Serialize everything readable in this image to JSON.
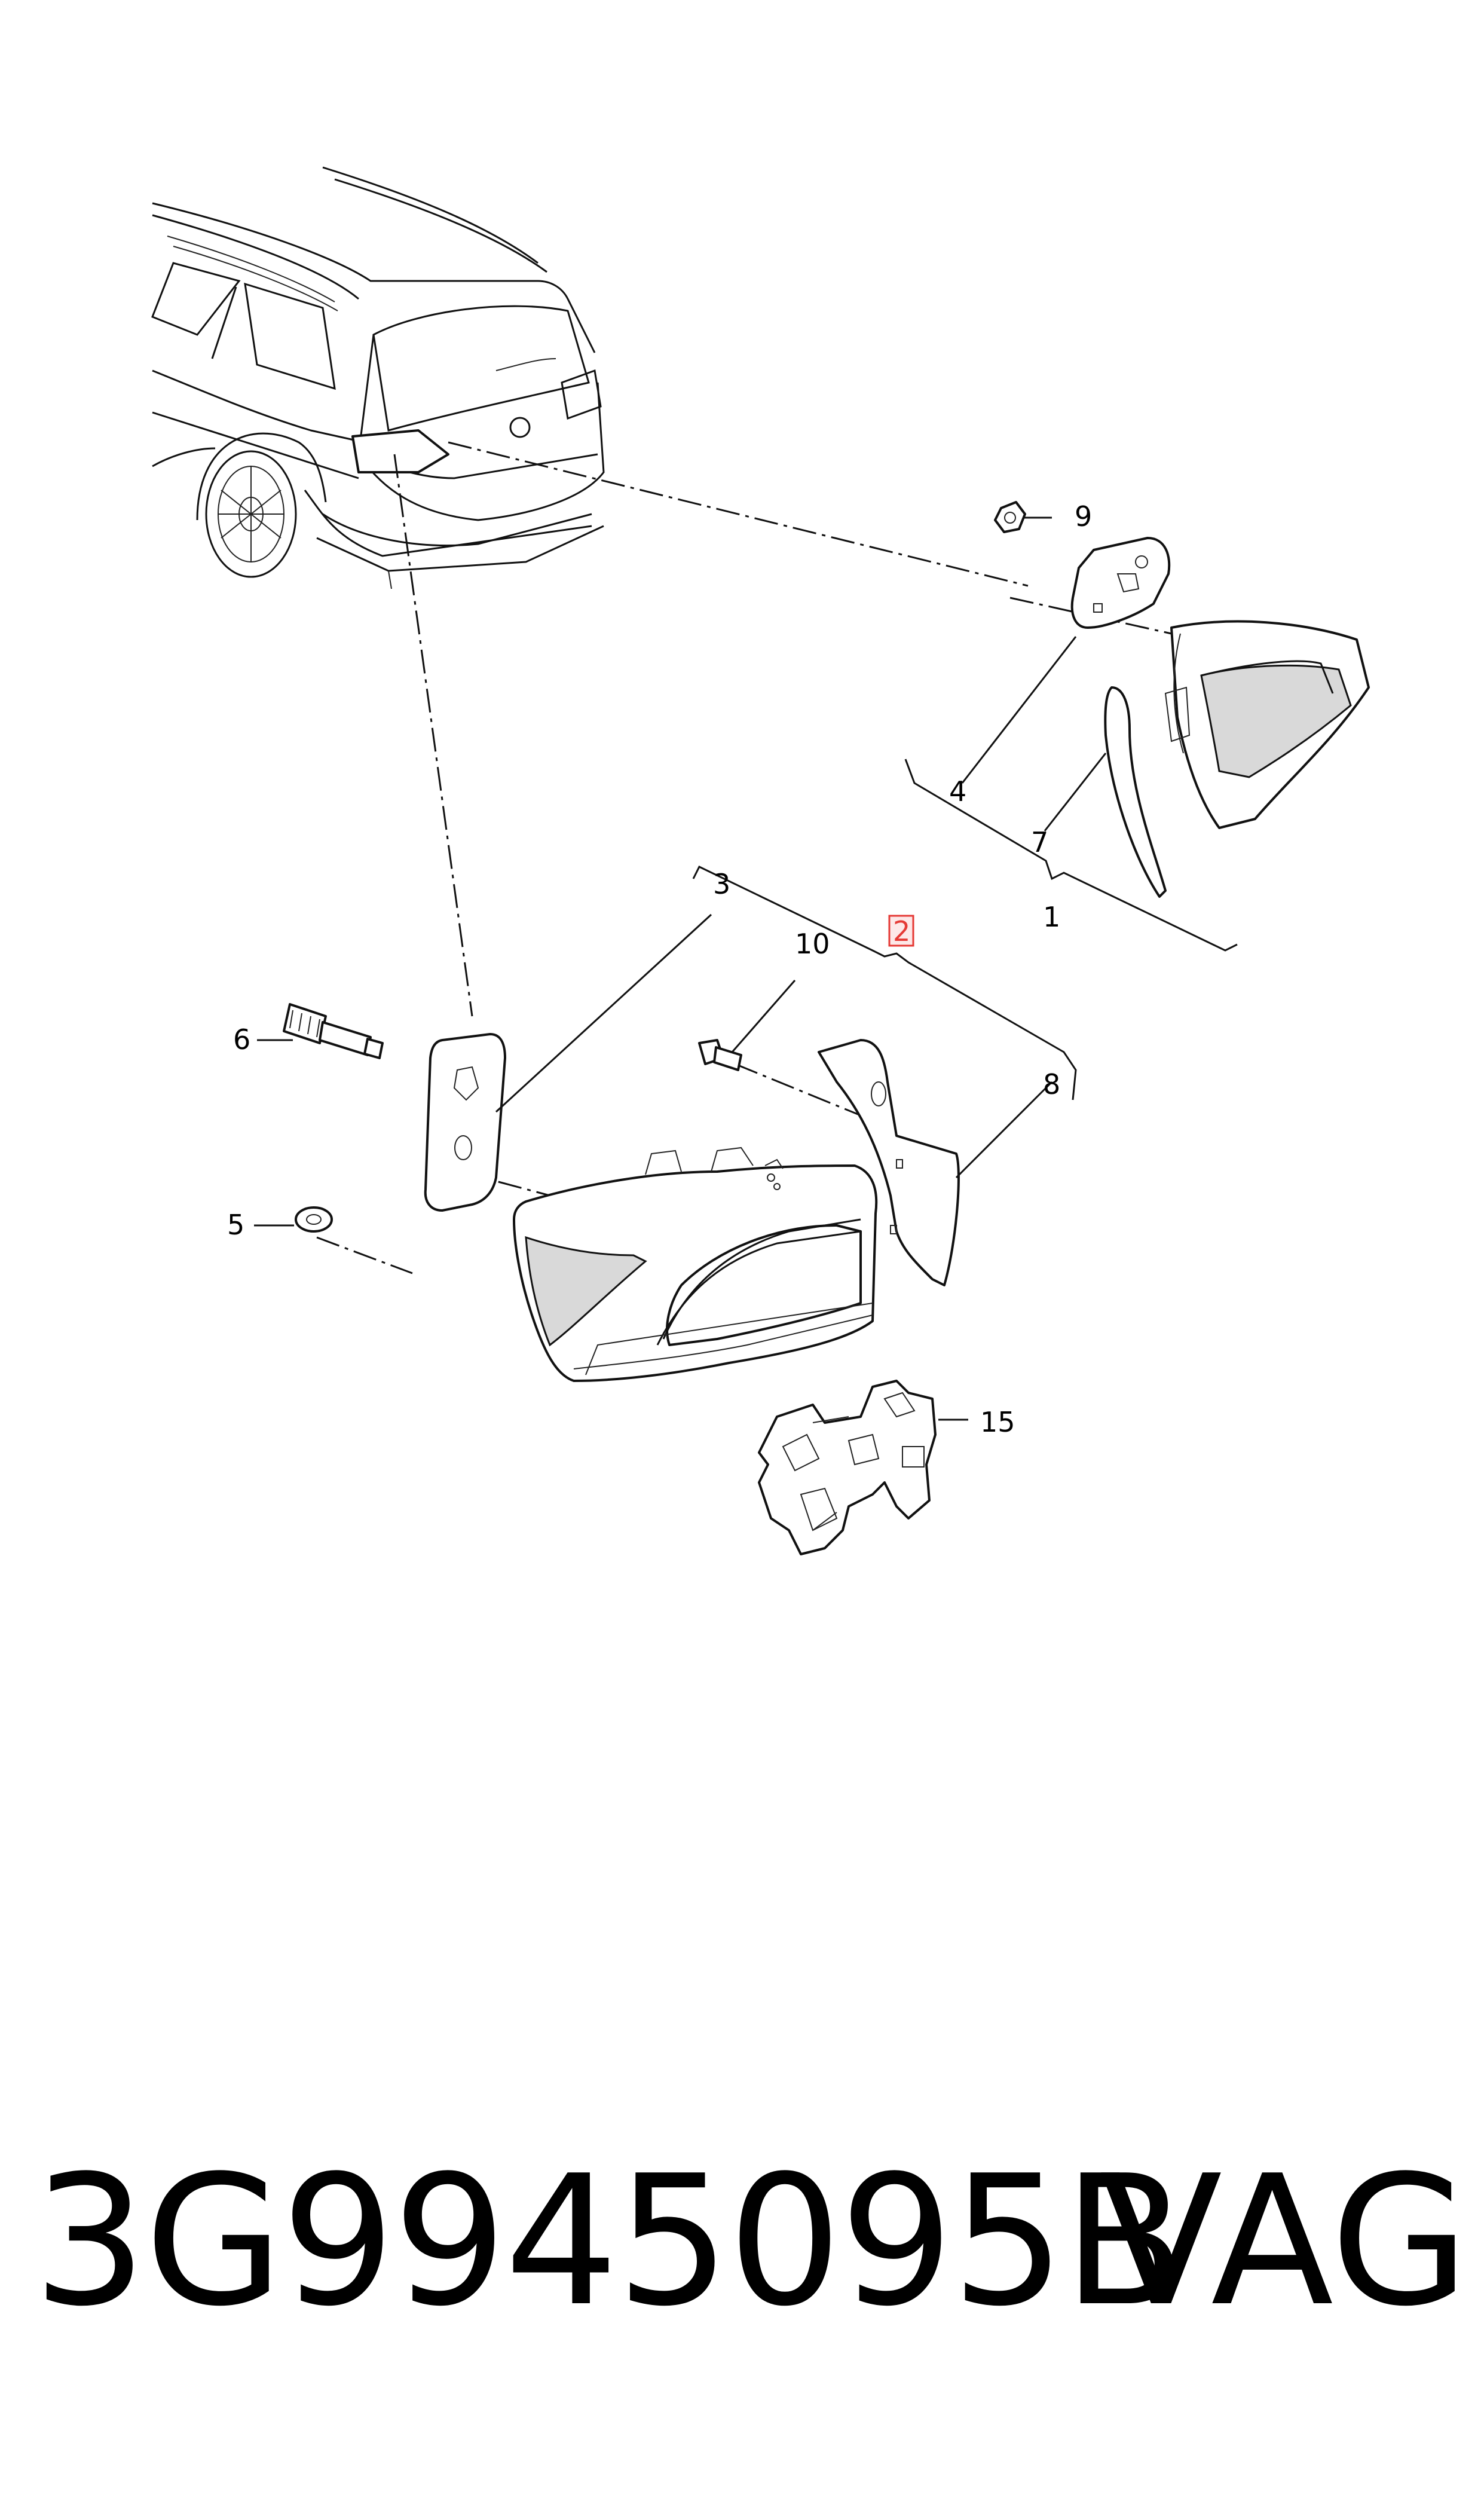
{
  "diagram": {
    "callouts": {
      "c1": "1",
      "c2": "2",
      "c3": "3",
      "c4": "4",
      "c5": "5",
      "c6": "6",
      "c7": "7",
      "c8": "8",
      "c9": "9",
      "c10": "10",
      "c15": "15"
    },
    "highlighted_callout": "2",
    "highlight_color": "#e53935"
  },
  "footer": {
    "part_number": "3G9945095B",
    "brand": "VAG"
  }
}
